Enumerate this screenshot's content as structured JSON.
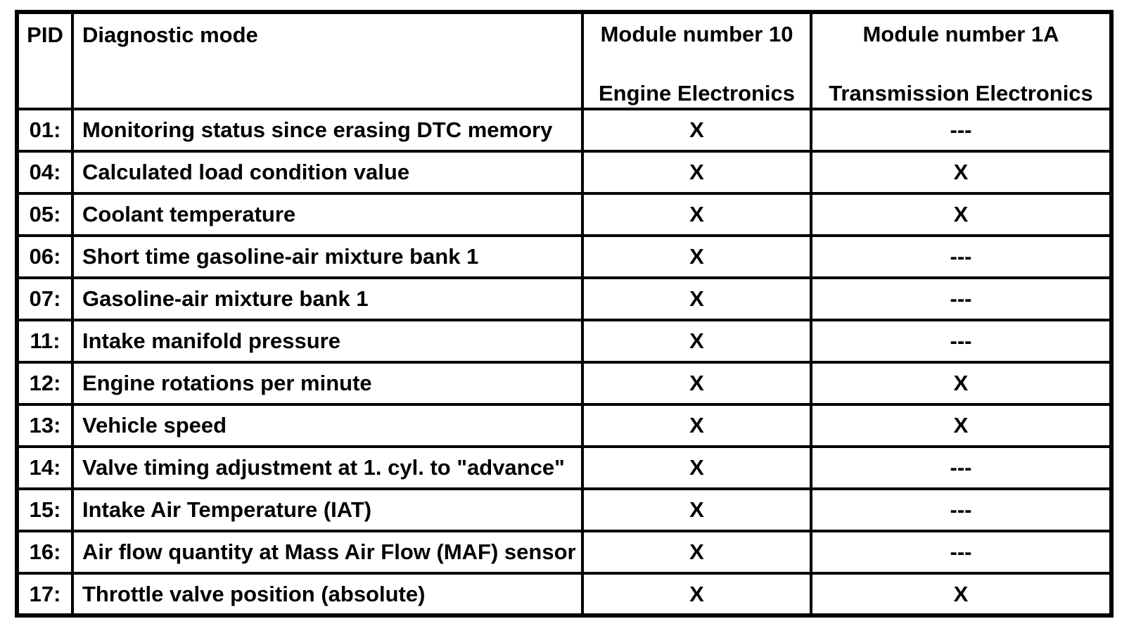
{
  "header": {
    "pid": "PID",
    "mode": "Diagnostic mode",
    "module10_line1": "Module number 10",
    "module10_line2": "Engine Electronics",
    "module1a_line1": "Module number 1A",
    "module1a_line2": "Transmission Electronics"
  },
  "rows": [
    {
      "pid": "01:",
      "mode": "Monitoring status since erasing DTC memory",
      "module10": "X",
      "module1a": "---"
    },
    {
      "pid": "04:",
      "mode": "Calculated load condition value",
      "module10": "X",
      "module1a": "X"
    },
    {
      "pid": "05:",
      "mode": "Coolant temperature",
      "module10": "X",
      "module1a": "X"
    },
    {
      "pid": "06:",
      "mode": "Short time gasoline-air mixture bank 1",
      "module10": "X",
      "module1a": "---"
    },
    {
      "pid": "07:",
      "mode": "Gasoline-air mixture bank 1",
      "module10": "X",
      "module1a": "---"
    },
    {
      "pid": "11:",
      "mode": "Intake manifold pressure",
      "module10": "X",
      "module1a": "---"
    },
    {
      "pid": "12:",
      "mode": "Engine rotations per minute",
      "module10": "X",
      "module1a": "X"
    },
    {
      "pid": "13:",
      "mode": "Vehicle speed",
      "module10": "X",
      "module1a": "X"
    },
    {
      "pid": "14:",
      "mode": "Valve timing adjustment at 1. cyl. to \"advance\"",
      "module10": "X",
      "module1a": "---"
    },
    {
      "pid": "15:",
      "mode": "Intake Air Temperature (IAT)",
      "module10": "X",
      "module1a": "---"
    },
    {
      "pid": "16:",
      "mode": "Air flow quantity at Mass Air Flow (MAF) sensor",
      "module10": "X",
      "module1a": "---"
    },
    {
      "pid": "17:",
      "mode": "Throttle valve position (absolute)",
      "module10": "X",
      "module1a": "X"
    }
  ],
  "colors": {
    "border": "#000000",
    "text": "#000000",
    "background": "#ffffff"
  }
}
